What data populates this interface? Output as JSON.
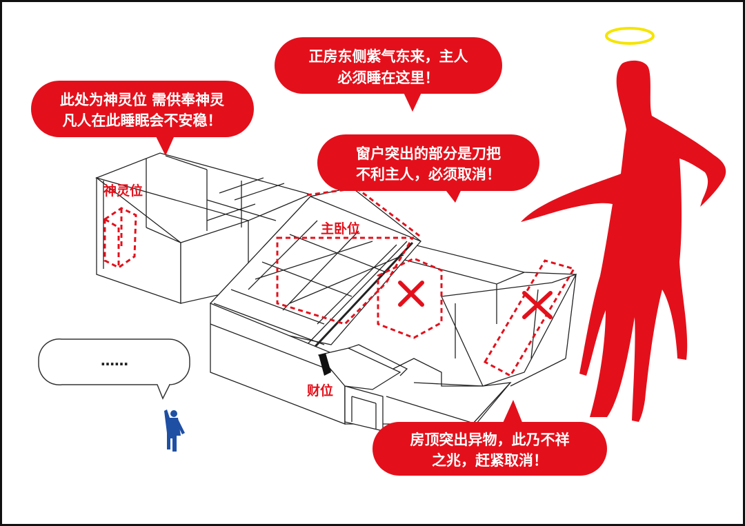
{
  "bubbles": {
    "spirit": {
      "line1": "此处为神灵位 需供奉神灵",
      "line2": "凡人在此睡眠会不安稳！"
    },
    "east": {
      "line1": "正房东侧紫气东来，主人",
      "line2": "必须睡在这里！"
    },
    "window": {
      "line1": "窗户突出的部分是刀把",
      "line2": "不利主人，必须取消！"
    },
    "roof": {
      "line1": "房顶突出异物，此乃不祥",
      "line2": "之兆，赶紧取消！"
    },
    "person": {
      "text": "……"
    }
  },
  "labels": {
    "spirit": "神灵位",
    "master": "主卧位",
    "wealth": "财位"
  },
  "colors": {
    "accent_red": "#e3101b",
    "person_blue": "#1f4fa3",
    "halo_yellow": "#f5e400"
  }
}
